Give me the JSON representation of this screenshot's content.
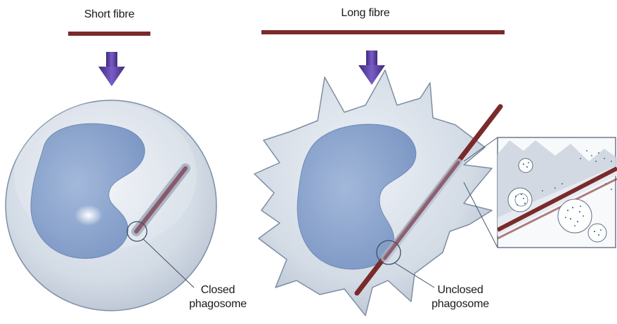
{
  "labels": {
    "short_fibre": "Short fibre",
    "long_fibre": "Long fibre",
    "closed_phagosome_line1": "Closed",
    "closed_phagosome_line2": "phagosome",
    "unclosed_phagosome_line1": "Unclosed",
    "unclosed_phagosome_line2": "phagosome"
  },
  "colors": {
    "fibre": "#7a2a2a",
    "arrow": "#5b3fa0",
    "cell_body": "#d6dee8",
    "nucleus": "#7f9cc9",
    "outline": "#5f6f82"
  }
}
